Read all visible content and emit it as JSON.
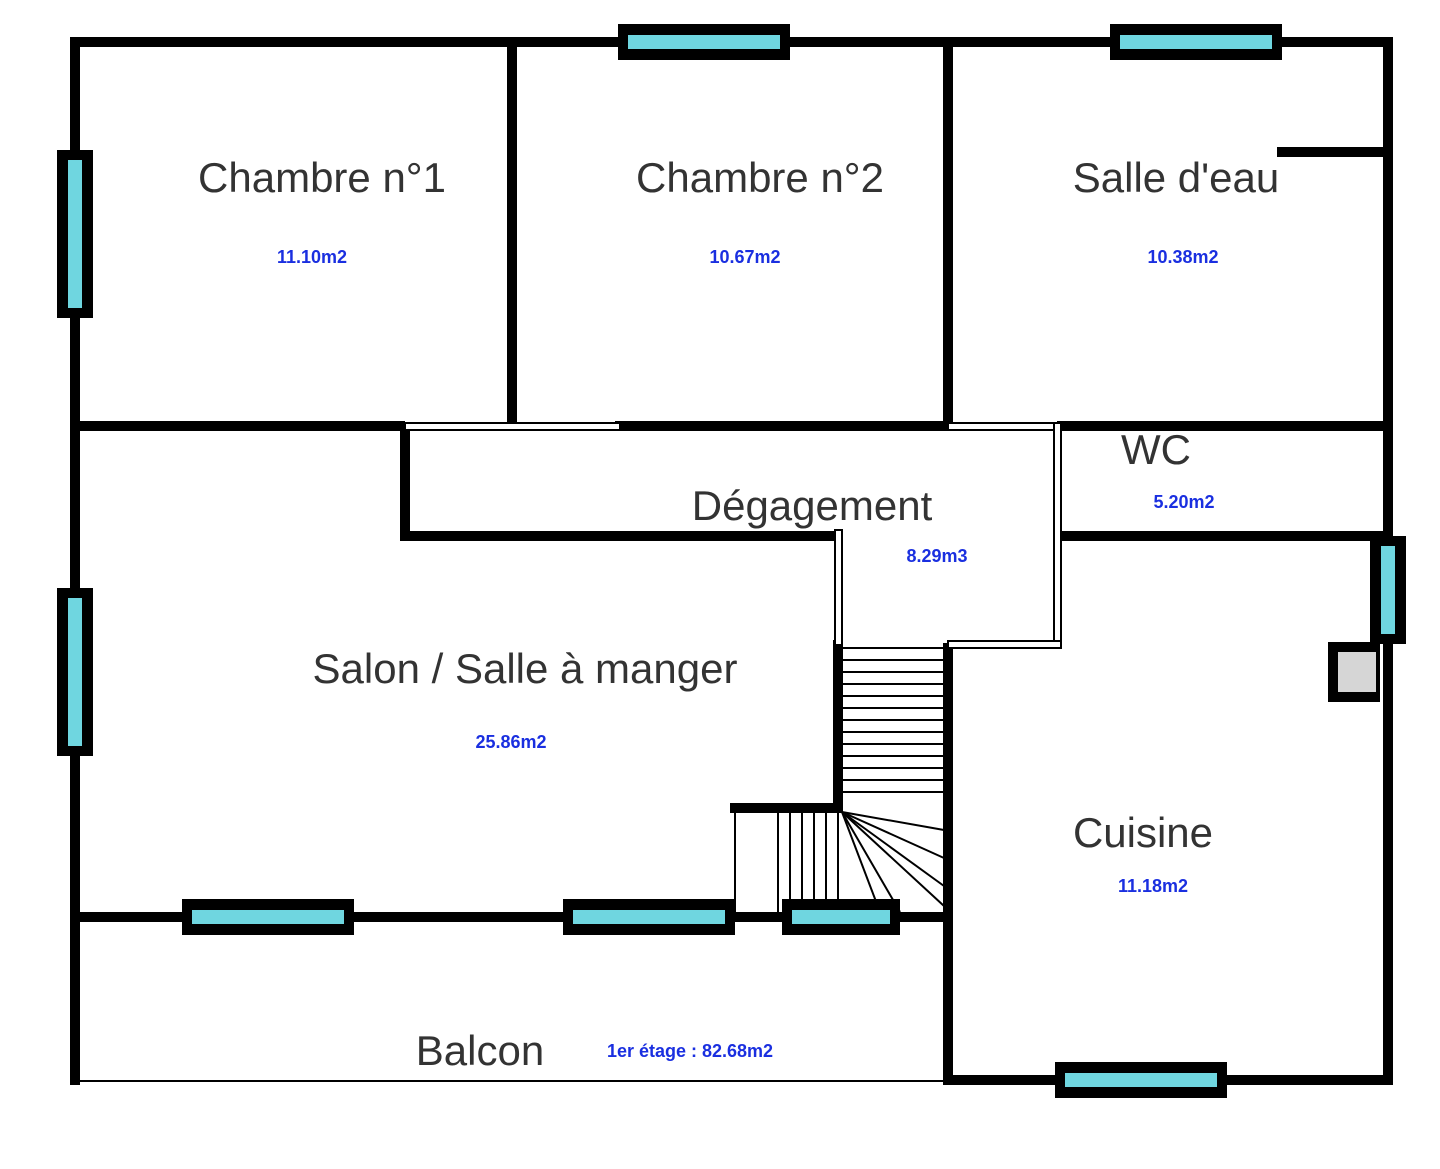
{
  "rooms": [
    {
      "name": "Chambre n°1",
      "area": "11.10m2"
    },
    {
      "name": "Chambre n°2",
      "area": "10.67m2"
    },
    {
      "name": "Salle d'eau",
      "area": "10.38m2"
    },
    {
      "name": "WC",
      "area": "5.20m2"
    },
    {
      "name": "Dégagement",
      "area": "8.29m3"
    },
    {
      "name": "Salon / Salle à manger",
      "area": "25.86m2"
    },
    {
      "name": "Cuisine",
      "area": "11.18m2"
    },
    {
      "name": "Balcon",
      "area": ""
    }
  ],
  "total": "1er étage : 82.68m2",
  "colors": {
    "wall": "#000000",
    "window_glass": "#6fd6e0",
    "area_text": "#1a2fe0",
    "room_text": "#333333"
  }
}
